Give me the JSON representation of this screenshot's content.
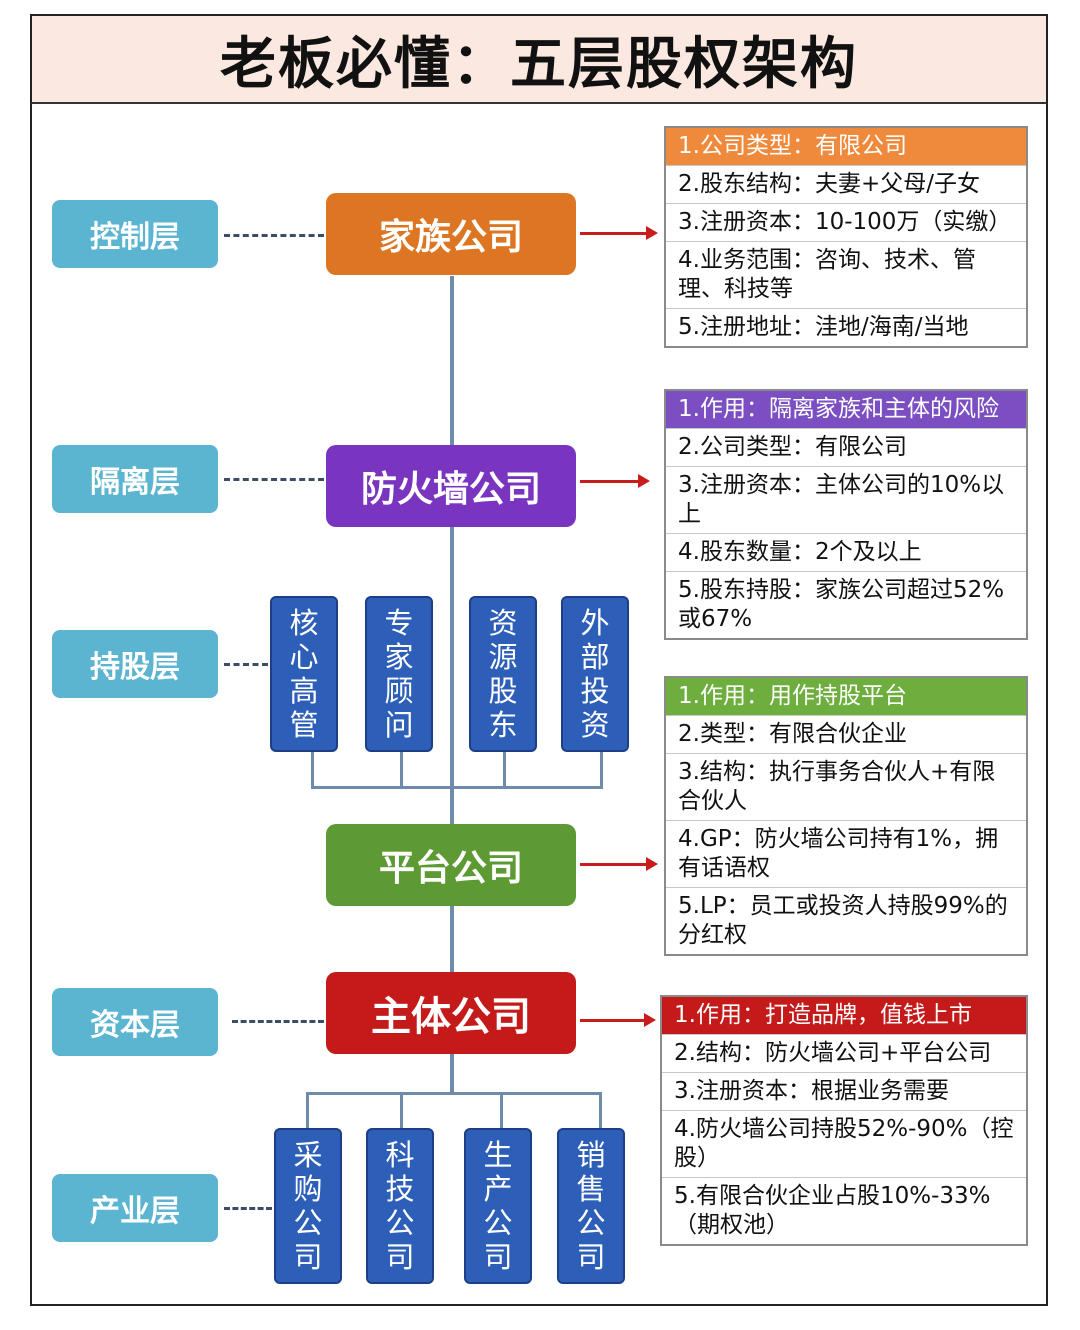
{
  "title": "老板必懂：五层股权架构",
  "layers": [
    "控制层",
    "隔离层",
    "持股层",
    "资本层",
    "产业层"
  ],
  "companies": {
    "family": "家族公司",
    "firewall": "防火墙公司",
    "platform": "平台公司",
    "main": "主体公司"
  },
  "holding_boxes": [
    "核心高管",
    "专家顾问",
    "资源股东",
    "外部投资"
  ],
  "industry_boxes": [
    "采购公司",
    "科技公司",
    "生产公司",
    "销售公司"
  ],
  "panels": {
    "family": [
      "1.公司类型：有限公司",
      "2.股东结构：夫妻+父母/子女",
      "3.注册资本：10-100万（实缴）",
      "4.业务范围：咨询、技术、管理、科技等",
      "5.注册地址：洼地/海南/当地"
    ],
    "firewall": [
      "1.作用：隔离家族和主体的风险",
      "2.公司类型：有限公司",
      "3.注册资本：主体公司的10%以上",
      "4.股东数量：2个及以上",
      "5.股东持股：家族公司超过52%或67%"
    ],
    "platform": [
      "1.作用：用作持股平台",
      "2.类型：有限合伙企业",
      "3.结构：执行事务合伙人+有限合伙人",
      "4.GP：防火墙公司持有1%，拥有话语权",
      "5.LP：员工或投资人持股99%的分红权"
    ],
    "main": [
      "1.作用：打造品牌，值钱上市",
      "2.结构：防火墙公司+平台公司",
      "3.注册资本：根据业务需要",
      "4.防火墙公司持股52%-90%（控股）",
      "5.有限合伙企业占股10%-33%（期权池）"
    ]
  },
  "colors": {
    "family": "#dd7622",
    "firewall": "#7a35c0",
    "platform": "#5e9a34",
    "main": "#c41a1a",
    "layer": "#5bb4d0",
    "box": "#2e5fb8",
    "panel_family_head": "#ef8a3c",
    "panel_firewall_head": "#7b4fc2",
    "panel_platform_head": "#6eae3e",
    "panel_main_head": "#c41a1a"
  }
}
